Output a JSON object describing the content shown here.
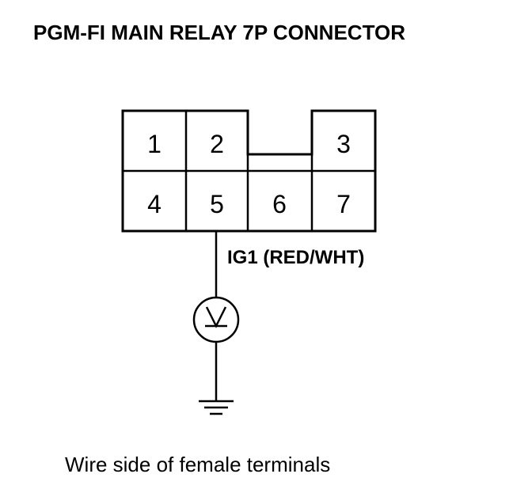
{
  "title": "PGM-FI MAIN RELAY 7P CONNECTOR",
  "connector": {
    "pins": {
      "p1": "1",
      "p2": "2",
      "p3": "3",
      "p4": "4",
      "p5": "5",
      "p6": "6",
      "p7": "7"
    }
  },
  "wire": {
    "label": "IG1 (RED/WHT)"
  },
  "meter": {
    "icon": "voltmeter-icon"
  },
  "ground": {
    "icon": "ground-icon"
  },
  "caption": "Wire side of female terminals",
  "colors": {
    "line": "#000000",
    "background": "#ffffff"
  }
}
